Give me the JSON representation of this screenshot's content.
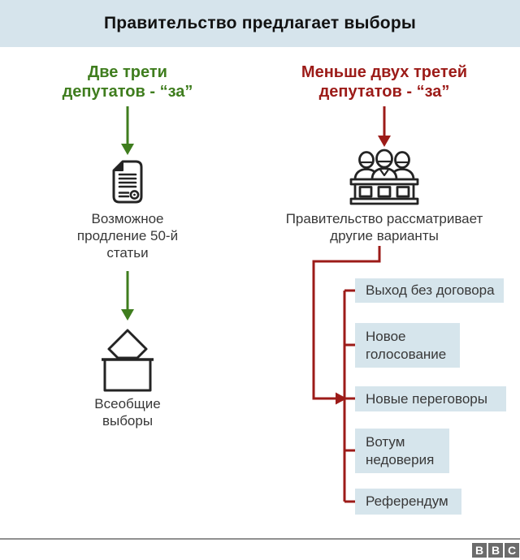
{
  "header": {
    "title": "Правительство предлагает выборы"
  },
  "left_column": {
    "heading": "Две трети\nдепутатов - “за”",
    "step1": {
      "icon": "document-icon",
      "label": "Возможное\nпродление 50-й\nстатьи"
    },
    "step2": {
      "icon": "ballot-box-icon",
      "label": "Всеобщие\nвыборы"
    }
  },
  "right_column": {
    "heading": "Меньше двух третей\nдепутатов - “за”",
    "step1": {
      "icon": "parliament-icon",
      "label": "Правительство рассматривает\nдругие варианты"
    },
    "options": [
      {
        "label": "Выход без договора"
      },
      {
        "label": "Новое\nголосование"
      },
      {
        "label": "Новые переговоры"
      },
      {
        "label": "Вотум\nнедоверия"
      },
      {
        "label": "Референдум"
      }
    ]
  },
  "footer": {
    "letters": [
      "B",
      "B",
      "C"
    ]
  },
  "colors": {
    "panel_blue": "#d6e4ec",
    "option_box_blue": "#d6e5ec",
    "accent_green": "#3f7d1e",
    "accent_red": "#9c1b18",
    "text_dark": "#383838",
    "icon_stroke": "#242424",
    "logo_gray": "#6b6b6b",
    "footer_rule_gray": "#909090"
  }
}
